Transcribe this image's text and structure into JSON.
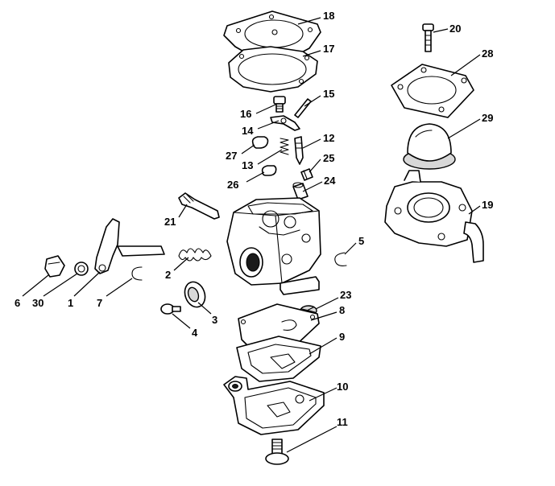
{
  "diagram": {
    "callouts": {
      "c1": "1",
      "c2": "2",
      "c3": "3",
      "c4": "4",
      "c5": "5",
      "c6": "6",
      "c7": "7",
      "c8": "8",
      "c9": "9",
      "c10": "10",
      "c11": "11",
      "c12": "12",
      "c13": "13",
      "c14": "14",
      "c15": "15",
      "c16": "16",
      "c17": "17",
      "c18": "18",
      "c19": "19",
      "c20": "20",
      "c21": "21",
      "c23": "23",
      "c24": "24",
      "c25": "25",
      "c26": "26",
      "c27": "27",
      "c28": "28",
      "c29": "29",
      "c30": "30"
    }
  }
}
